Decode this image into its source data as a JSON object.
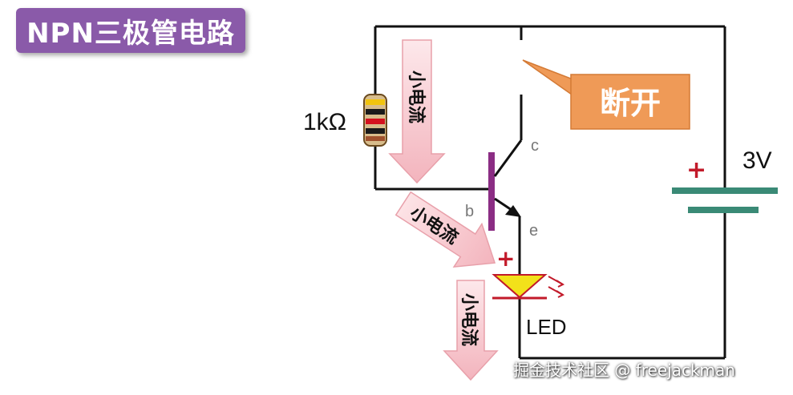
{
  "title": "NPN三极管电路",
  "resistor": {
    "label": "1kΩ"
  },
  "transistor": {
    "collector": "c",
    "base": "b",
    "emitter": "e"
  },
  "battery": {
    "voltage": "3V",
    "plus": "+"
  },
  "led": {
    "label": "LED",
    "plus": "+"
  },
  "callout": {
    "text": "断开"
  },
  "current_arrows": [
    {
      "text": "小电流"
    },
    {
      "text": "小电流"
    },
    {
      "text": "小电流"
    }
  ],
  "watermark": "掘金技术社区 @ freejackman",
  "colors": {
    "title_bg": "#8a5aa9",
    "callout_bg": "#ef9a57",
    "battery": "#3a8a76",
    "base_bar": "#8b2d84",
    "led_fill": "#f2e11a",
    "plus": "#c21a2a",
    "arrow_fill": "#f6c6cc"
  }
}
